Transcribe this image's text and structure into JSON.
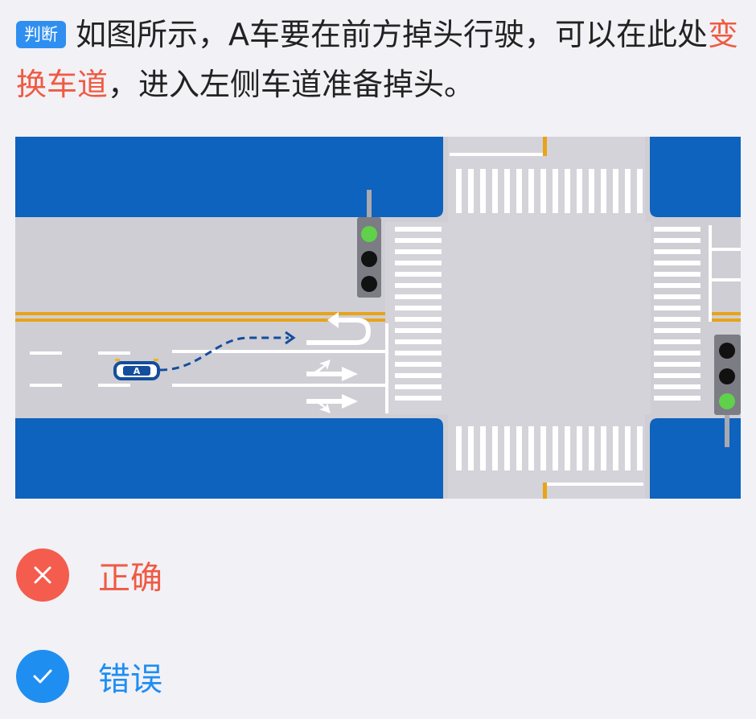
{
  "question": {
    "tag": "判断",
    "text_before": "如图所示，A车要在前方掉头行驶，可以在此处",
    "text_highlight": "变换车道",
    "text_after": "，进入左侧车道准备掉头。"
  },
  "scene": {
    "car_label": "A"
  },
  "options": [
    {
      "label": "正确",
      "icon": "x-icon",
      "color": "#f45c4e"
    },
    {
      "label": "错误",
      "icon": "check-icon",
      "color": "#1f8ef1"
    }
  ],
  "colors": {
    "tag": "#2f8ff0",
    "highlight": "#ee5b42",
    "water_block": "#0d63bd",
    "road": "#cfced4",
    "center_line": "#e8a317"
  }
}
